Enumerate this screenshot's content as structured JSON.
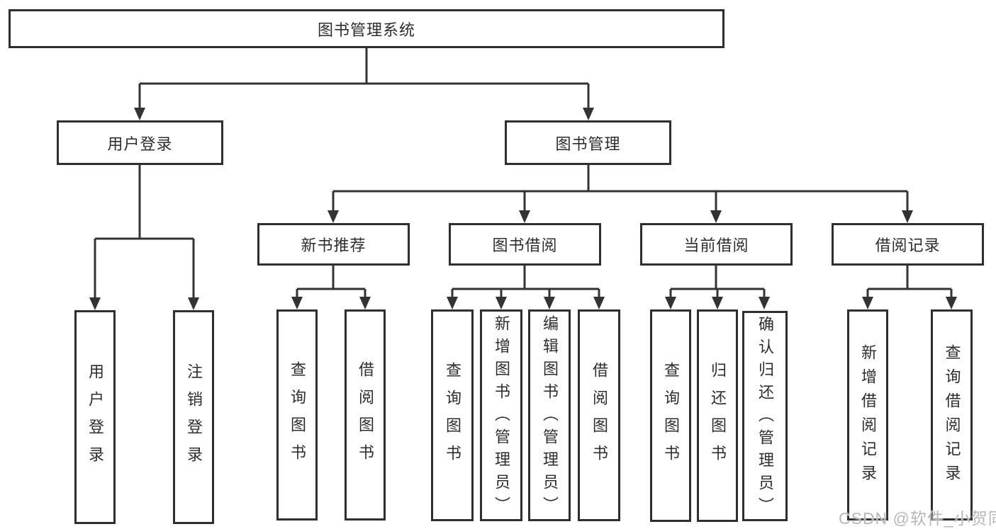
{
  "diagram": {
    "root": {
      "label": "图书管理系统"
    },
    "branches": [
      {
        "label": "用户登录",
        "children": [
          {
            "label": "用户登录"
          },
          {
            "label": "注销登录"
          }
        ]
      },
      {
        "label": "图书管理",
        "children": [
          {
            "label": "新书推荐",
            "children": [
              {
                "label": "查询图书"
              },
              {
                "label": "借阅图书"
              }
            ]
          },
          {
            "label": "图书借阅",
            "children": [
              {
                "label": "查询图书"
              },
              {
                "label": "新增图书（管理员）"
              },
              {
                "label": "编辑图书（管理员）"
              },
              {
                "label": "借阅图书"
              }
            ]
          },
          {
            "label": "当前借阅",
            "children": [
              {
                "label": "查询图书"
              },
              {
                "label": "归还图书"
              },
              {
                "label": "确认归还（管理员）"
              }
            ]
          },
          {
            "label": "借阅记录",
            "children": [
              {
                "label": "新增借阅记录"
              },
              {
                "label": "查询借阅记录"
              }
            ]
          }
        ]
      }
    ]
  },
  "watermark": {
    "text": "CSDN @软件_小贺同学"
  },
  "colors": {
    "line": "#333333",
    "box_border": "#2f2f2f",
    "text": "#2d2d2d",
    "watermark": "#b7b7b7",
    "background": "#ffffff"
  }
}
